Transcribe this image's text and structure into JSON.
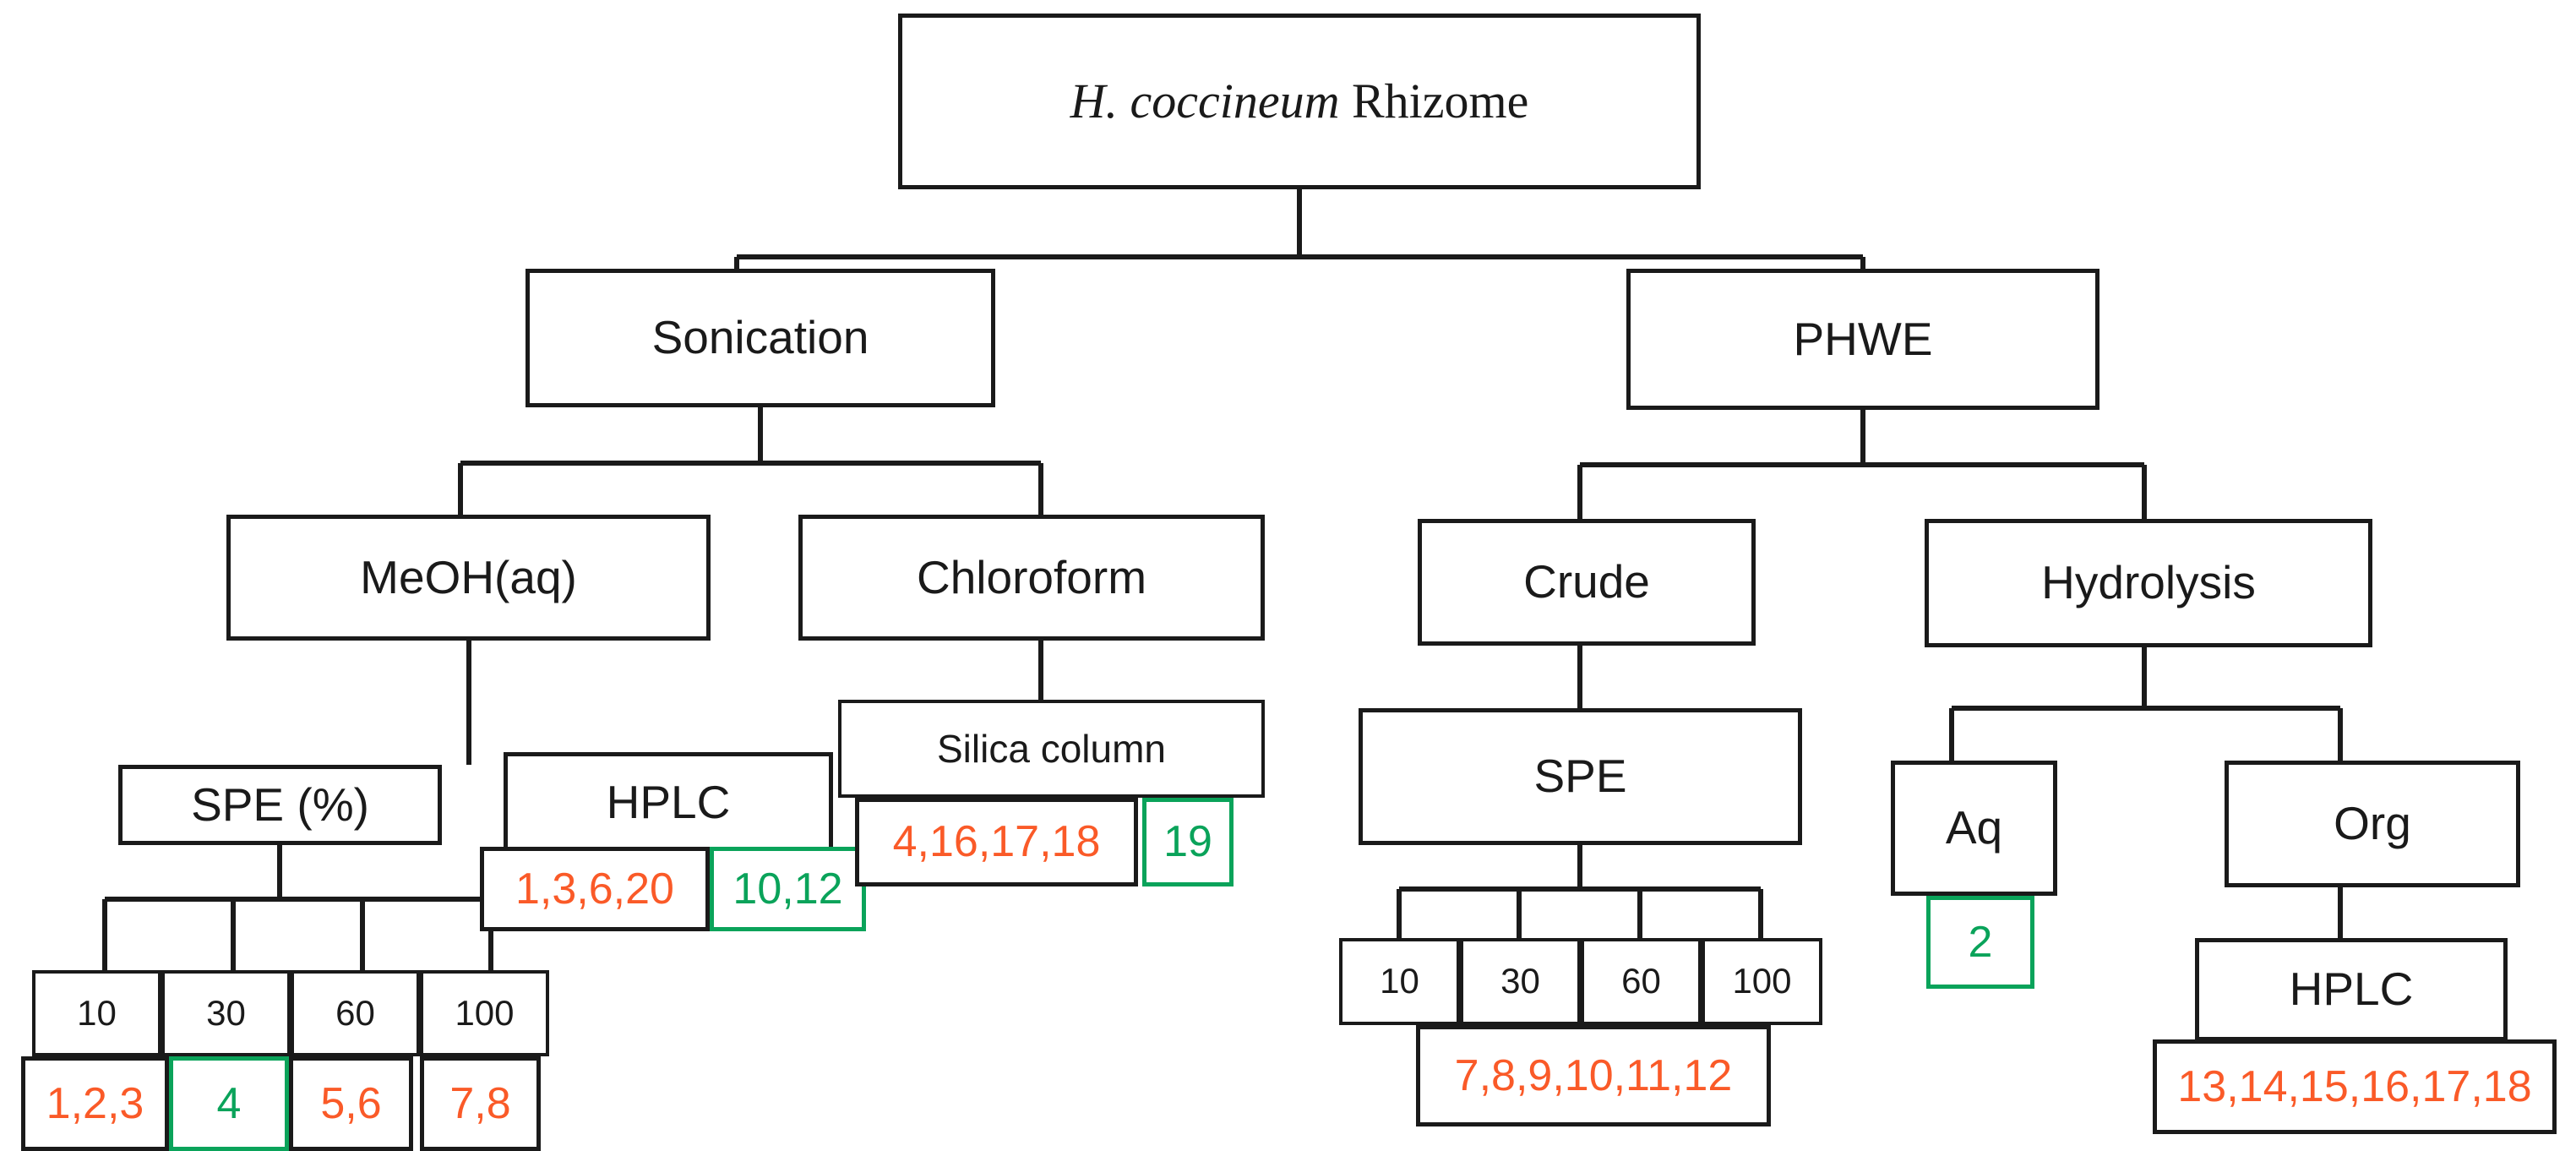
{
  "diagram": {
    "title_italic": "H. coccineum",
    "title_rest": " Rhizome",
    "colors": {
      "outline": "#1a1a1a",
      "compound_orange": "#fa5a28",
      "compound_green": "#0aa35a",
      "background": "#ffffff"
    },
    "nodes": {
      "root": "H. coccineum Rhizome",
      "sonication": "Sonication",
      "phwe": "PHWE",
      "meoh_aq": "MeOH(aq)",
      "chloroform": "Chloroform",
      "crude": "Crude",
      "hydrolysis": "Hydrolysis",
      "spe_percent": "SPE (%)",
      "hplc_left": "HPLC",
      "silica_column": "Silica column",
      "spe_right": "SPE",
      "aq": "Aq",
      "org": "Org",
      "hplc_org": "HPLC"
    },
    "spe_percent_levels": [
      "10",
      "30",
      "60",
      "100"
    ],
    "spe_percent_compounds": [
      {
        "text": "1,2,3",
        "color": "orange"
      },
      {
        "text": "4",
        "color": "green"
      },
      {
        "text": "5,6",
        "color": "orange"
      },
      {
        "text": "7,8",
        "color": "orange"
      }
    ],
    "hplc_left_compounds": [
      {
        "text": "1,3,6,20",
        "color": "orange"
      },
      {
        "text": "10,12",
        "color": "green"
      }
    ],
    "silica_column_compounds": [
      {
        "text": "4,16,17,18",
        "color": "orange"
      },
      {
        "text": "19",
        "color": "green"
      }
    ],
    "spe_right_levels": [
      "10",
      "30",
      "60",
      "100"
    ],
    "spe_right_compounds": [
      {
        "text": "7,8,9,10,11,12",
        "color": "orange"
      }
    ],
    "aq_compounds": [
      {
        "text": "2",
        "color": "green"
      }
    ],
    "hplc_org_compounds": [
      {
        "text": "13,14,15,16,17,18",
        "color": "orange"
      }
    ]
  }
}
